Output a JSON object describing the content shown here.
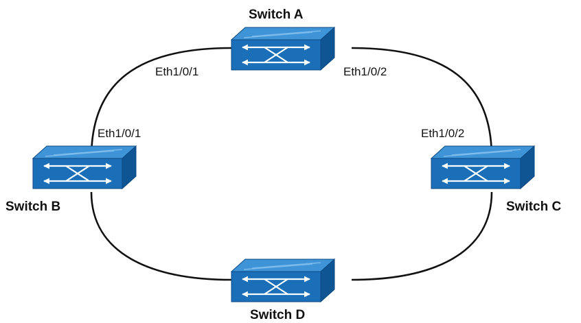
{
  "switches": {
    "a": {
      "name": "Switch A"
    },
    "b": {
      "name": "Switch B"
    },
    "c": {
      "name": "Switch C"
    },
    "d": {
      "name": "Switch D"
    }
  },
  "ports": {
    "a_left": "Eth1/0/1",
    "a_right": "Eth1/0/2",
    "b_top": "Eth1/0/1",
    "c_top": "Eth1/0/2"
  },
  "colors": {
    "switch_front": "#1a6fb8",
    "switch_top": "#3f94d8",
    "switch_side": "#0f5594",
    "cable": "#111111"
  },
  "icons": [
    "switch-icon"
  ]
}
